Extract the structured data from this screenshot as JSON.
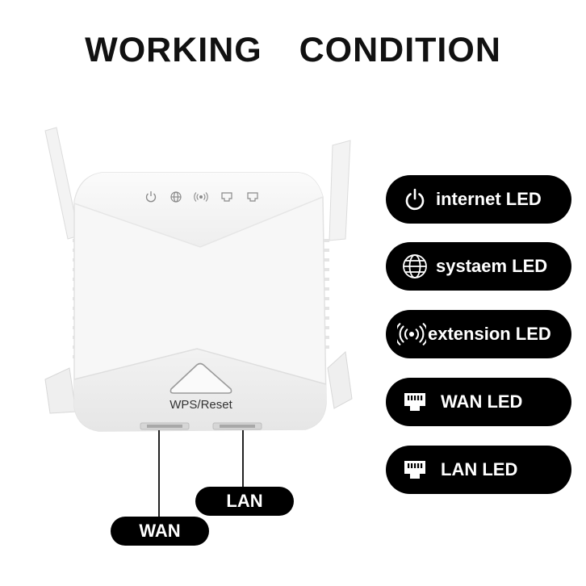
{
  "title": "WORKING  CONDITION",
  "device": {
    "button_label": "WPS/Reset",
    "panel_icons": [
      "power-icon",
      "globe-icon",
      "wifi-signal-icon",
      "ethernet-port-icon",
      "ethernet-port-icon"
    ]
  },
  "ports": {
    "lan_label": "LAN",
    "wan_label": "WAN"
  },
  "leds": [
    {
      "icon": "power-icon",
      "label": "internet LED"
    },
    {
      "icon": "globe-icon",
      "label": "systaem LED"
    },
    {
      "icon": "wifi-signal-icon",
      "label": "extension LED"
    },
    {
      "icon": "ethernet-port-icon",
      "label": "WAN LED"
    },
    {
      "icon": "ethernet-port-icon",
      "label": "LAN LED"
    }
  ],
  "colors": {
    "pill_background": "#000000",
    "pill_text": "#ffffff",
    "device_body": "#f4f4f4"
  }
}
